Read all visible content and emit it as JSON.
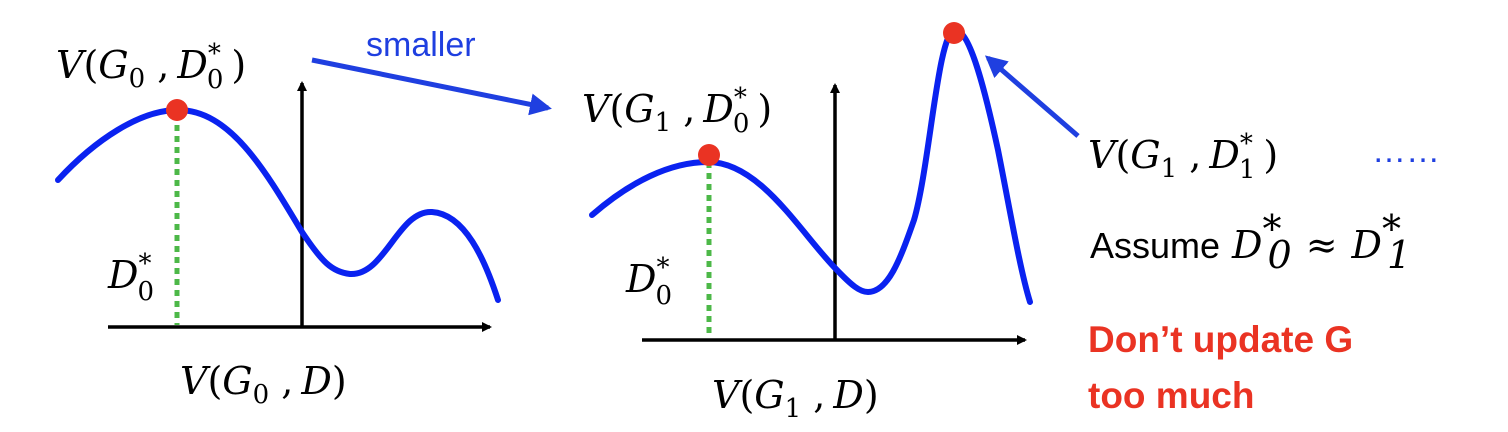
{
  "left_plot": {
    "top_label": {
      "v": "V",
      "g": "G",
      "g_sub": "0",
      "d": "D",
      "d_sup": "*",
      "d_sub": "0"
    },
    "d_marker": {
      "d": "D",
      "d_sup": "*",
      "d_sub": "0"
    },
    "axis_label": {
      "v": "V",
      "g": "G",
      "g_sub": "0",
      "d": "D"
    }
  },
  "arrow_label": "smaller",
  "right_plot": {
    "top_label": {
      "v": "V",
      "g": "G",
      "g_sub": "1",
      "d": "D",
      "d_sup": "*",
      "d_sub": "0"
    },
    "d_marker": {
      "d": "D",
      "d_sup": "*",
      "d_sub": "0"
    },
    "axis_label": {
      "v": "V",
      "g": "G",
      "g_sub": "1",
      "d": "D"
    }
  },
  "peak_label": {
    "v": "V",
    "g": "G",
    "g_sub": "1",
    "d": "D",
    "d_sup": "*",
    "d_sub": "1",
    "ellipsis": "……"
  },
  "assume": {
    "word": "Assume",
    "d1": "D",
    "d1_sup": "*",
    "d1_sub": "0",
    "approx": "≈",
    "d2": "D",
    "d2_sup": "*",
    "d2_sub": "1"
  },
  "warning": {
    "line1": "Don’t update G",
    "line2": "too much"
  },
  "colors": {
    "curve": "#0a22f0",
    "point": "#ea3323",
    "dashed": "#4db848",
    "warning": "#ea3323",
    "arrow": "#1f3fe0"
  }
}
